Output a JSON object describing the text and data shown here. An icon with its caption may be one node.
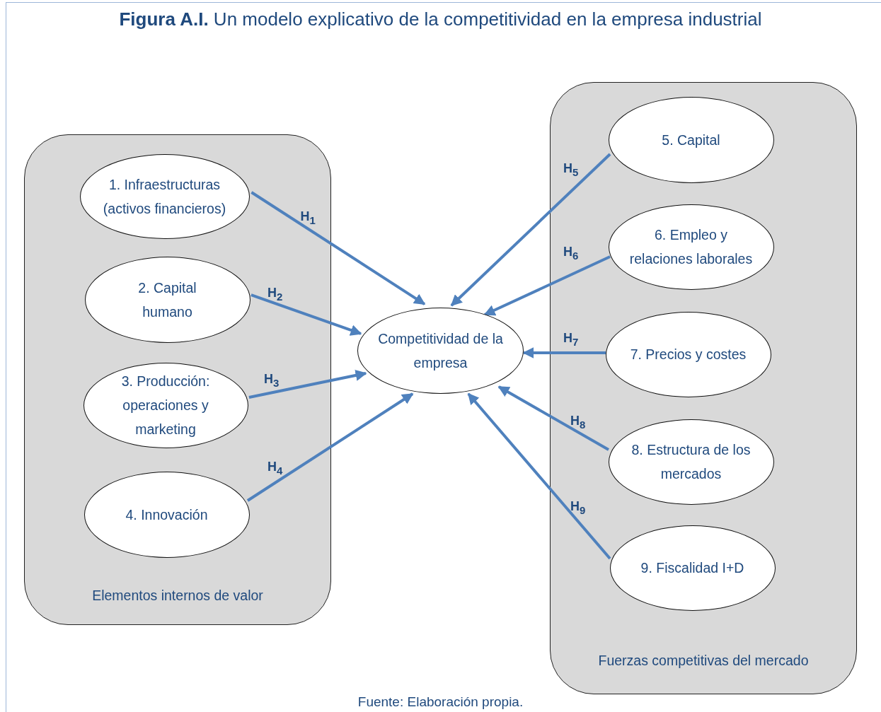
{
  "diagram": {
    "title": "**Figura A.I.** Un modelo explicativo de la competitividad en la empresa industrial",
    "caption": "Fuente: Elaboración propia.",
    "nodes": [
      {
        "text": [
          "Elementos internos de valor"
        ]
      },
      {
        "text": [
          "1. Infraestructuras (activos financieros)"
        ],
        "in": 0
      },
      {
        "text": [
          "2. Capital humano"
        ],
        "in": 0
      },
      {
        "text": [
          "3. Producción: operaciones y marketing"
        ],
        "in": 0
      },
      {
        "text": [
          "4. Innovación"
        ],
        "in": 0
      },
      {
        "text": [
          "Competitividad de la empresa"
        ]
      },
      {
        "text": [
          "Fuerzas competitivas del mercado"
        ]
      },
      {
        "text": [
          "5. Capital"
        ],
        "in": 6
      },
      {
        "text": [
          "6. Empleo y relaciones laborales"
        ],
        "in": 6
      },
      {
        "text": [
          "7. Precios y costes"
        ],
        "in": 6
      },
      {
        "text": [
          "8. Estructura de los mercados"
        ],
        "in": 6
      },
      {
        "text": [
          "9. Fiscalidad I+D"
        ],
        "in": 6
      }
    ],
    "edges": [
      {
        "from": 1,
        "to": 5,
        "arrow": "to",
        "label": "H$_{1}$"
      },
      {
        "from": 2,
        "to": 5,
        "arrow": "to",
        "label": "H$_{2}$"
      },
      {
        "from": 3,
        "to": 5,
        "arrow": "to",
        "label": "H$_{3}$"
      },
      {
        "from": 4,
        "to": 5,
        "arrow": "to",
        "label": "H$_{4}$"
      },
      {
        "from": 7,
        "to": 5,
        "arrow": "to",
        "label": "H$_{5}$"
      },
      {
        "from": 8,
        "to": 5,
        "arrow": "to",
        "label": "H$_{6}$"
      },
      {
        "from": 9,
        "to": 5,
        "arrow": "to",
        "label": "H$_{7}$"
      },
      {
        "from": 10,
        "to": 5,
        "arrow": "to",
        "label": "H$_{8}$"
      },
      {
        "from": 11,
        "to": 5,
        "arrow": "to",
        "label": "H$_{9}$"
      }
    ]
  }
}
